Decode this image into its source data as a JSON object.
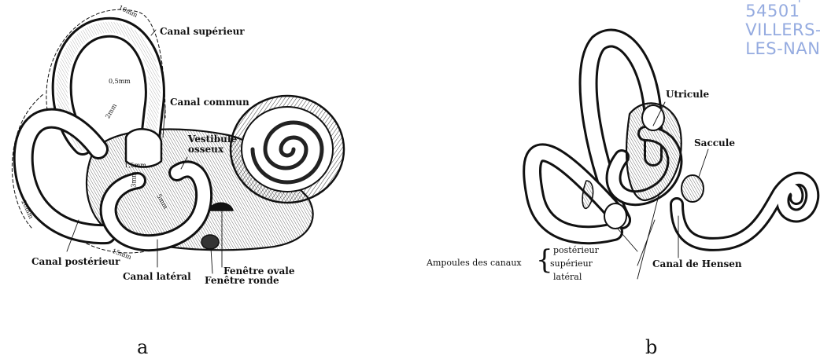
{
  "figure": {
    "panel_a": {
      "letter": "a",
      "labels": {
        "canal_superieur": "Canal supérieur",
        "canal_commun": "Canal commun",
        "vestibule_osseux_1": "Vestibule",
        "vestibule_osseux_2": "osseux",
        "canal_posterieur": "Canal postérieur",
        "canal_lateral": "Canal latéral",
        "fenetre_ovale": "Fenêtre ovale",
        "fenetre_ronde": "Fenêtre ronde"
      },
      "measurements": {
        "m_top": "16mm",
        "m_05": "0,5mm",
        "m_2": "2mm",
        "m_15a": "1,5mm",
        "m_3": "3mm",
        "m_5": "5mm",
        "m_20": "20mm",
        "m_15": "15mm"
      }
    },
    "panel_b": {
      "letter": "b",
      "labels": {
        "utricule": "Utricule",
        "saccule": "Saccule",
        "canal_hensen": "Canal de Hensen",
        "ampoules": "Ampoules des canaux",
        "posterieur": "postérieur",
        "superieur": "supérieur",
        "lateral": "latéral"
      }
    }
  },
  "stamp": {
    "line1": "ique",
    "line2": "54501 VILLERS-LES-NAN"
  }
}
